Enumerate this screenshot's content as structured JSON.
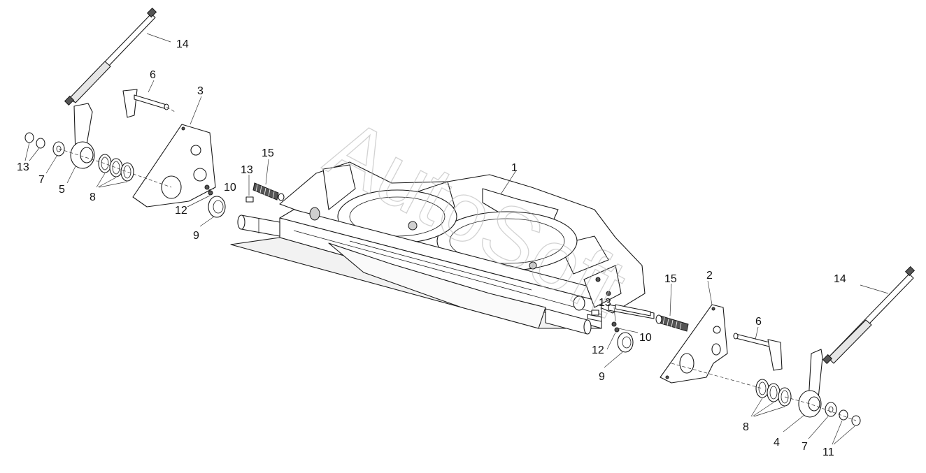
{
  "watermark": "AutoSoft",
  "callouts": [
    {
      "id": "c1",
      "label": "1"
    },
    {
      "id": "c2",
      "label": "2"
    },
    {
      "id": "c3",
      "label": "3"
    },
    {
      "id": "c4",
      "label": "4"
    },
    {
      "id": "c5",
      "label": "5"
    },
    {
      "id": "c6a",
      "label": "6"
    },
    {
      "id": "c6b",
      "label": "6"
    },
    {
      "id": "c7a",
      "label": "7"
    },
    {
      "id": "c7b",
      "label": "7"
    },
    {
      "id": "c8a",
      "label": "8"
    },
    {
      "id": "c8b",
      "label": "8"
    },
    {
      "id": "c9a",
      "label": "9"
    },
    {
      "id": "c9b",
      "label": "9"
    },
    {
      "id": "c10a",
      "label": "10"
    },
    {
      "id": "c10b",
      "label": "10"
    },
    {
      "id": "c11",
      "label": "11"
    },
    {
      "id": "c12a",
      "label": "12"
    },
    {
      "id": "c12b",
      "label": "12"
    },
    {
      "id": "c13a",
      "label": "13"
    },
    {
      "id": "c13b",
      "label": "13"
    },
    {
      "id": "c13c",
      "label": "13"
    },
    {
      "id": "c14a",
      "label": "14"
    },
    {
      "id": "c14b",
      "label": "14"
    },
    {
      "id": "c15a",
      "label": "15"
    },
    {
      "id": "c15b",
      "label": "15"
    }
  ]
}
